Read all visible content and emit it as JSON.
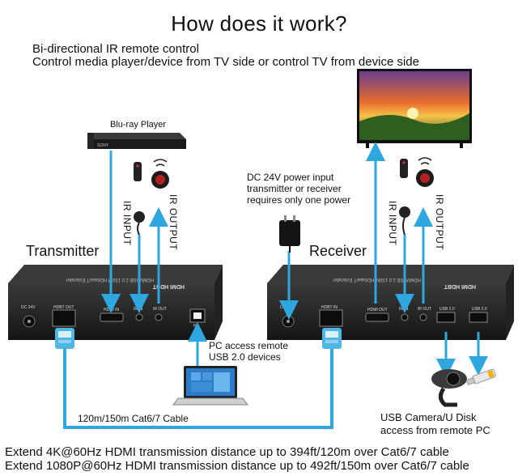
{
  "header": {
    "title": "How does it work?",
    "line1": "Bi-directional IR remote control",
    "line2": "Control media player/device from TV side or control TV from device side"
  },
  "devices": {
    "bluray_label": "Blu-ray Player",
    "transmitter_label": "Transmitter",
    "receiver_label": "Receiver",
    "tx_panel_text": "HDMI/USB 2.0 150M HDbaseT Extender",
    "rx_panel_text": "HDMI/USB 2.0 150M HDbaseT Extender",
    "hdmi_logo": "HDMI HDBT",
    "bluray_brand": "SONY"
  },
  "ports": {
    "tx": [
      "DC 24V",
      "HDBT OUT",
      "HDMI IN",
      "IR IN",
      "IR OUT",
      "PC"
    ],
    "rx": [
      "DC 24V",
      "HDBT IN",
      "HDMI OUT",
      "IR IN",
      "IR OUT",
      "USB 2.0",
      "USB 2.0"
    ]
  },
  "annotations": {
    "ir_input": "IR INPUT",
    "ir_output": "IR OUTPUT",
    "ir_input_rx": "IR INPUT",
    "ir_output_rx": "IR OUTPUT",
    "power_note_1": "DC 24V power input",
    "power_note_2": "transmitter or receiver",
    "power_note_3": "requires only one power",
    "pc_note_1": "PC access remote",
    "pc_note_2": "USB 2.0 devices",
    "cable_label": "120m/150m Cat6/7 Cable",
    "usb_note_1": "USB Camera/U Disk",
    "usb_note_2": "access from remote PC"
  },
  "footer": {
    "line1": "Extend 4K@60Hz HDMI transmission distance up to 394ft/120m over Cat6/7 cable",
    "line2": "Extend 1080P@60Hz HDMI transmission distance up to 492ft/150m over Cat6/7 cable"
  },
  "colors": {
    "arrow": "#2ea7e0",
    "device": "#1e1e1e",
    "device_face": "#2b2b2b"
  }
}
